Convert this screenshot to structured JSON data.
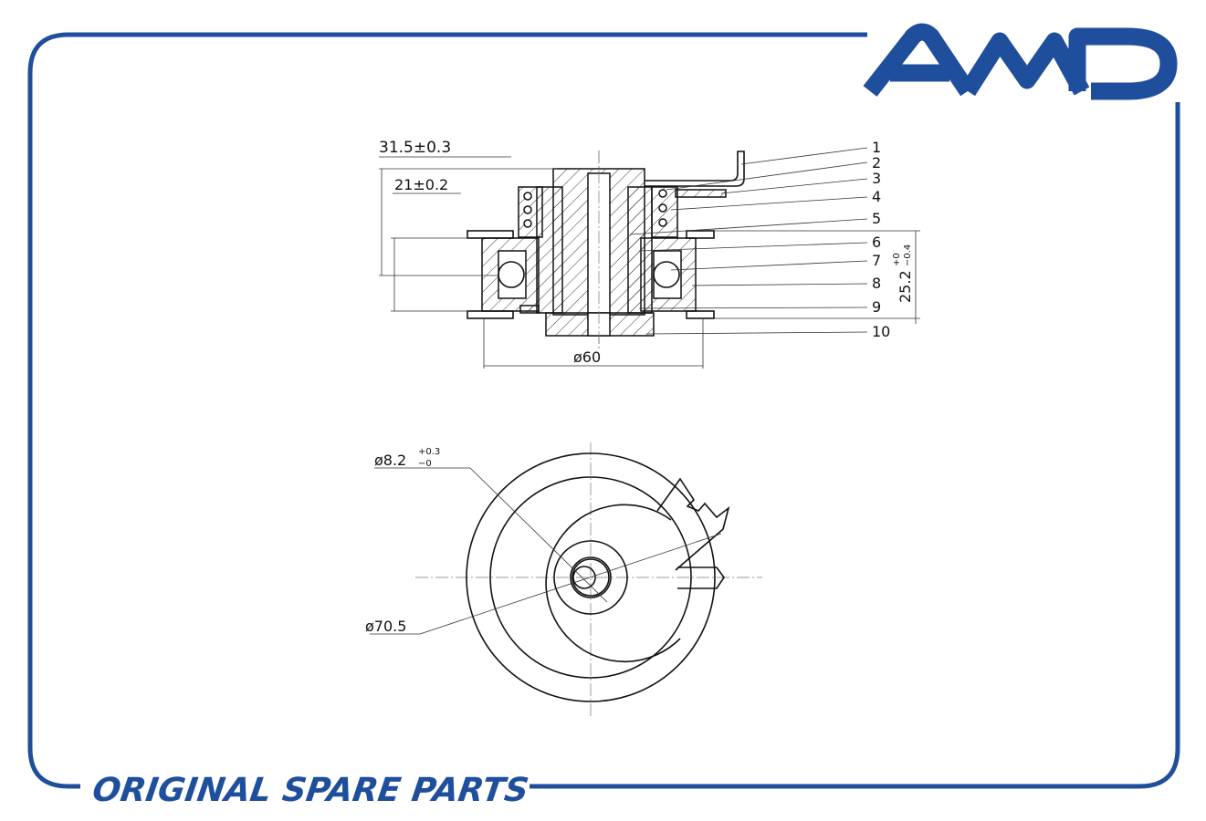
{
  "brand": {
    "logo_text": "AMD",
    "tagline": "ORIGINAL SPARE PARTS",
    "color": "#1f4f9c"
  },
  "section_view": {
    "dimensions": {
      "overall_height": "31.5±0.3",
      "pulley_height": "21±0.2",
      "diameter": "ø60",
      "width": "25.2",
      "width_tol_upper": "+0",
      "width_tol_lower": "−0.4"
    },
    "part_numbers": [
      "1",
      "2",
      "3",
      "4",
      "5",
      "6",
      "7",
      "8",
      "9",
      "10"
    ]
  },
  "top_view": {
    "dimensions": {
      "bolt_hole": "ø8.2",
      "bolt_hole_tol_upper": "+0.3",
      "bolt_hole_tol_lower": "−0",
      "outer_diameter": "ø70.5"
    }
  }
}
